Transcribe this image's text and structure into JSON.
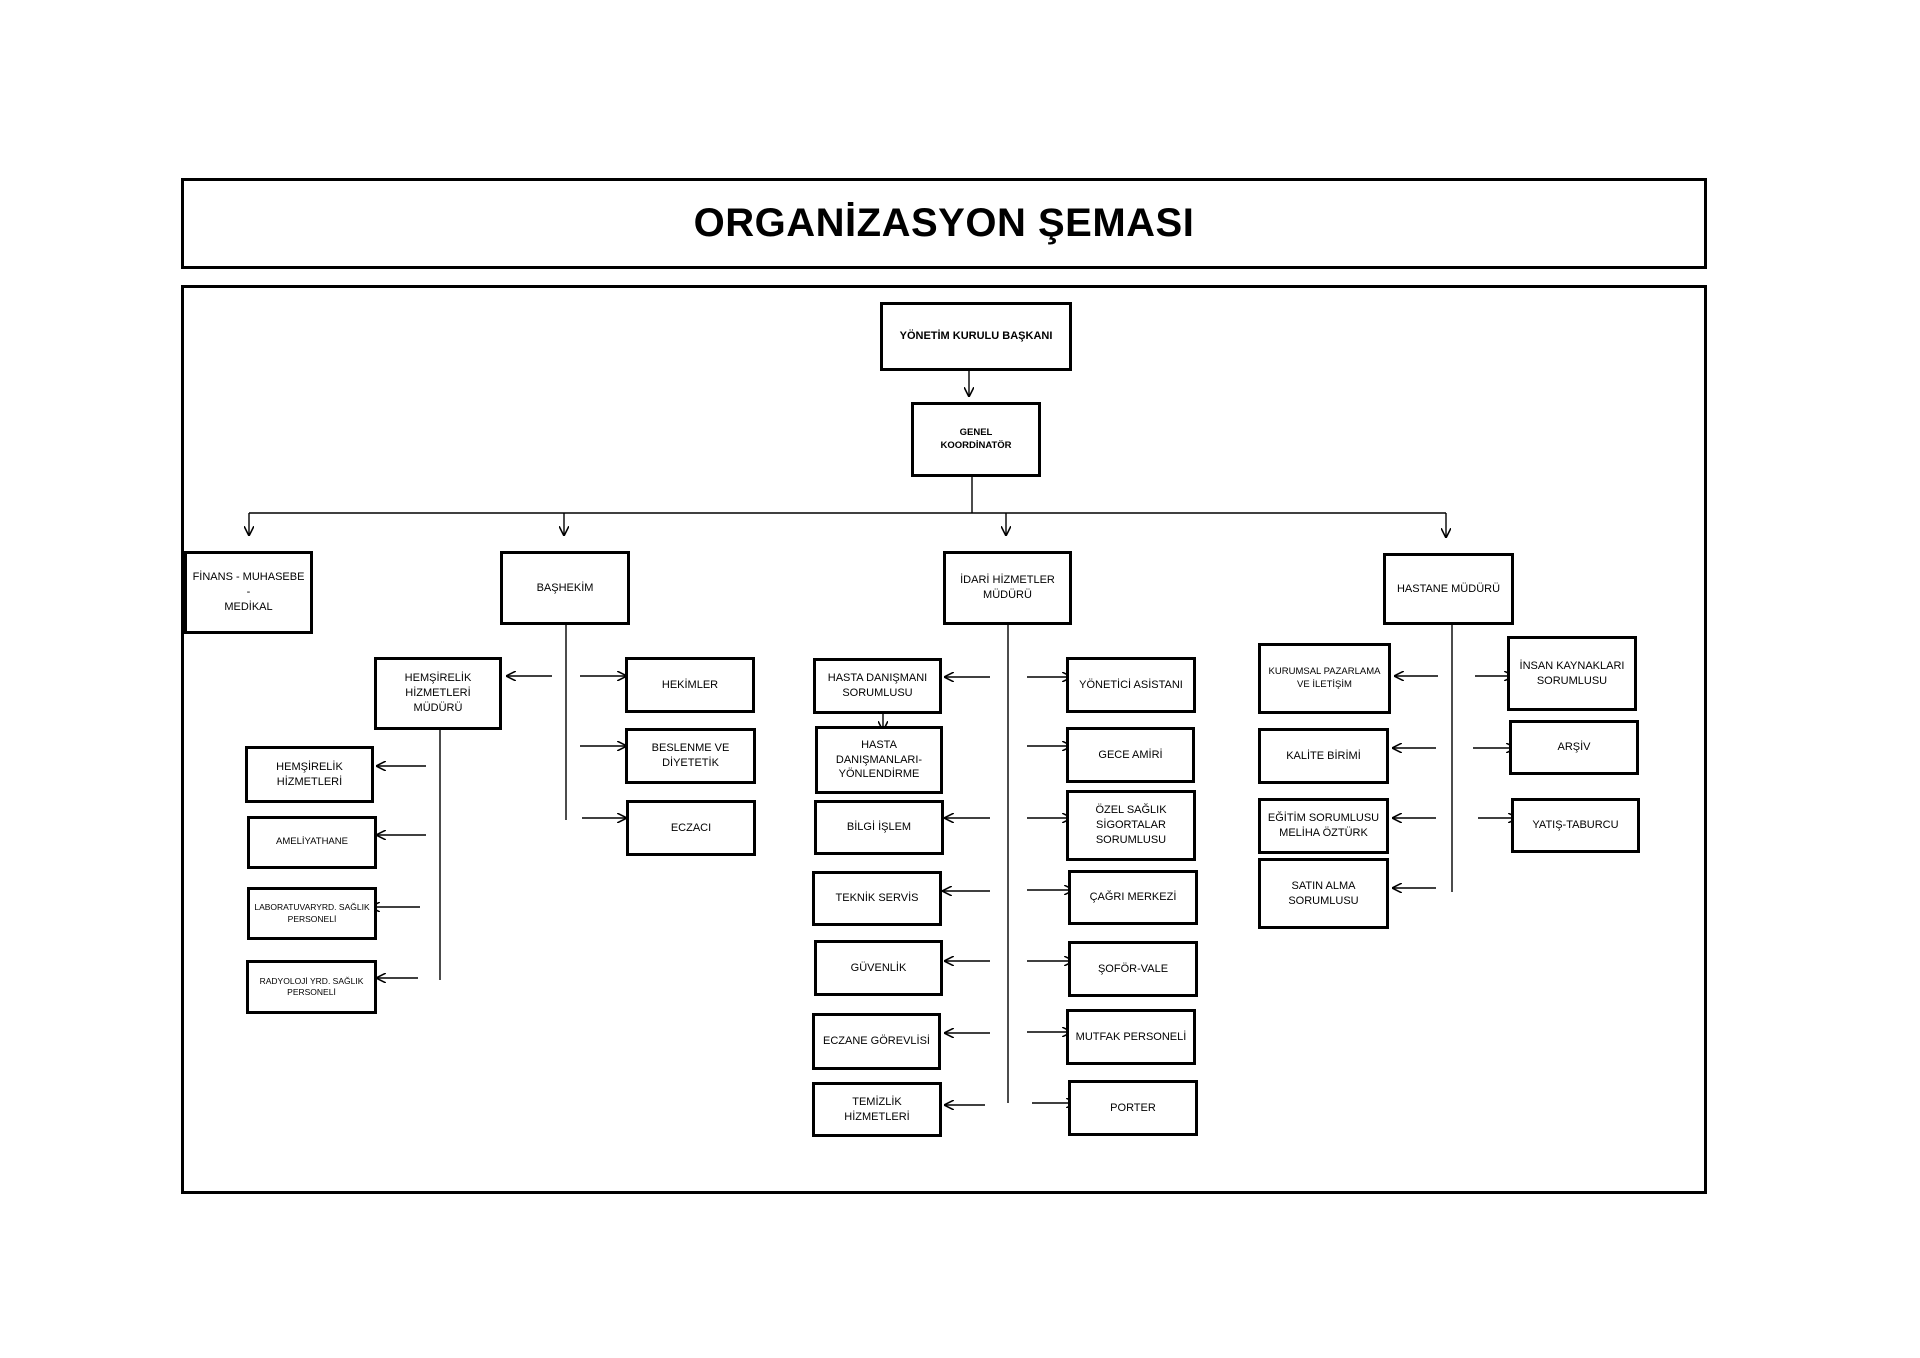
{
  "title": "ORGANİZASYON ŞEMASI",
  "nodes": {
    "board_chairman": "YÖNETİM KURULU BAŞKANI",
    "general_coordinator": "GENEL\nKOORDİNATÖR",
    "finance": "FİNANS - MUHASEBE -\nMEDİKAL",
    "chief_physician": "BAŞHEKİM",
    "admin_manager": "İDARİ HİZMETLER\nMÜDÜRÜ",
    "hospital_manager": "HASTANE MÜDÜRÜ",
    "nursing_manager": "HEMŞİRELİK\nHİZMETLERİ\nMÜDÜRÜ",
    "physicians": "HEKİMLER",
    "nutrition": "BESLENME VE\nDİYETETİK",
    "pharmacist": "ECZACI",
    "nursing_services": "HEMŞİRELİK\nHİZMETLERİ",
    "operating_room": "AMELİYATHANE",
    "lab_staff": "LABORATUVARYRD. SAĞLIK\nPERSONELİ",
    "radiology_staff": "RADYOLOJİ YRD. SAĞLIK\nPERSONELİ",
    "patient_advisor_lead": "HASTA DANIŞMANI\nSORUMLUSU",
    "patient_advisors": "HASTA DANIŞMANLARI-\nYÖNLENDİRME",
    "it": "BİLGİ İŞLEM",
    "technical": "TEKNİK SERVİS",
    "security": "GÜVENLİK",
    "pharmacy_staff": "ECZANE GÖREVLİSİ",
    "cleaning": "TEMİZLİK HİZMETLERİ",
    "exec_assistant": "YÖNETİCİ ASİSTANI",
    "night_supervisor": "GECE AMİRİ",
    "private_insurance": "ÖZEL SAĞLIK\nSİGORTALAR\nSORUMLUSU",
    "call_center": "ÇAĞRI MERKEZİ",
    "driver_valet": "ŞOFÖR-VALE",
    "kitchen": "MUTFAK PERSONELİ",
    "porter": "PORTER",
    "marketing": "KURUMSAL PAZARLAMA\nVE İLETİŞİM",
    "quality": "KALİTE BİRİMİ",
    "training": "EĞİTİM SORUMLUSU\nMELİHA ÖZTÜRK",
    "purchasing": "SATIN ALMA\nSORUMLUSU",
    "hr": "İNSAN KAYNAKLARI\nSORUMLUSU",
    "archive": "ARŞİV",
    "admission": "YATIŞ-TABURCU"
  }
}
